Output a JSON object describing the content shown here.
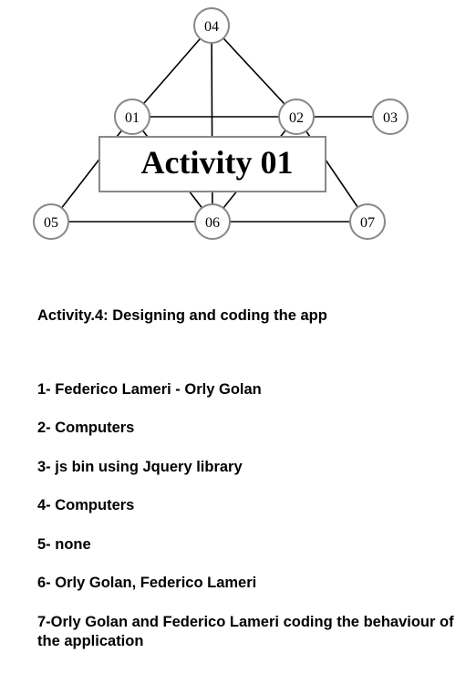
{
  "diagram": {
    "title": "Activity 01",
    "nodes": [
      {
        "id": "04",
        "label": "04"
      },
      {
        "id": "01",
        "label": "01"
      },
      {
        "id": "02",
        "label": "02"
      },
      {
        "id": "03",
        "label": "03"
      },
      {
        "id": "05",
        "label": "05"
      },
      {
        "id": "06",
        "label": "06"
      },
      {
        "id": "07",
        "label": "07"
      }
    ],
    "edges": [
      [
        "04",
        "01"
      ],
      [
        "04",
        "02"
      ],
      [
        "04",
        "06"
      ],
      [
        "01",
        "02"
      ],
      [
        "02",
        "03"
      ],
      [
        "01",
        "05"
      ],
      [
        "01",
        "06"
      ],
      [
        "02",
        "06"
      ],
      [
        "02",
        "07"
      ],
      [
        "05",
        "06"
      ],
      [
        "06",
        "07"
      ]
    ]
  },
  "heading": "Activity.4: Designing and coding the app",
  "items": [
    "1- Federico Lameri - Orly Golan",
    "2- Computers",
    "3- js bin using Jquery library",
    "4- Computers",
    "5- none",
    "6- Orly Golan, Federico Lameri",
    "7-Orly Golan and Federico Lameri  coding the behaviour of the application"
  ]
}
